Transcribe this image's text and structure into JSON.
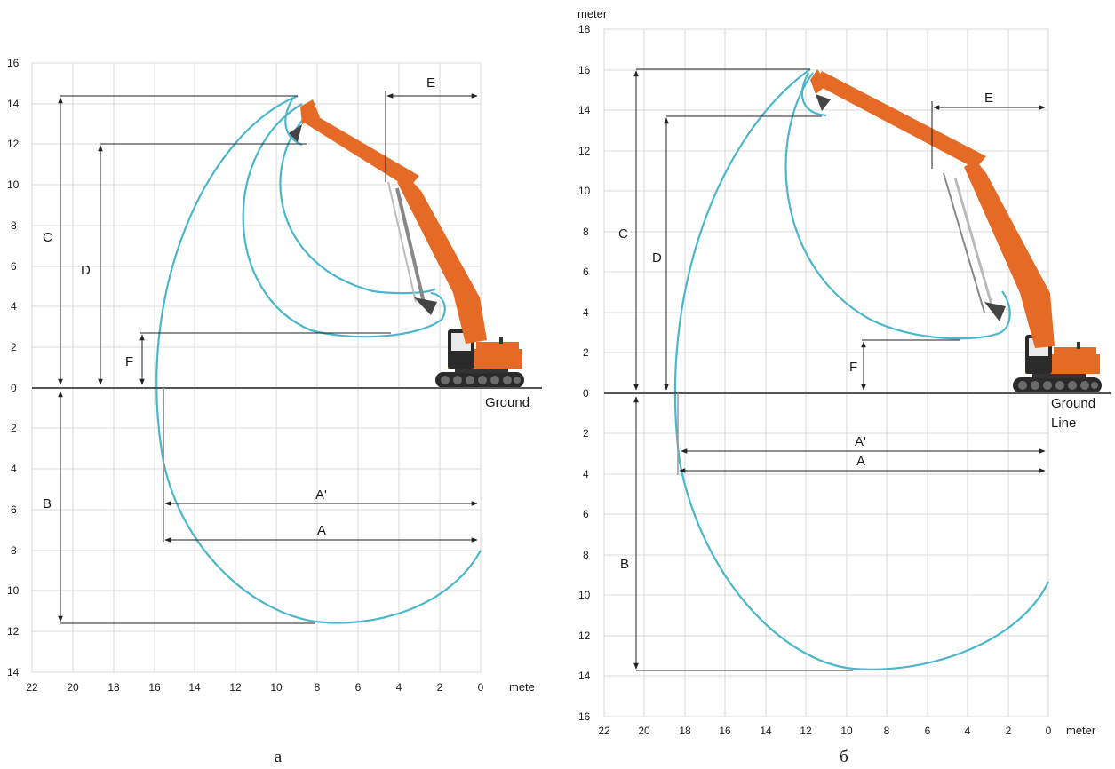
{
  "diagrams": [
    {
      "id": "a",
      "caption": "a",
      "unit_label": "mete",
      "top_unit_label": "",
      "ground_label": [
        "Ground"
      ],
      "x_ticks": [
        "22",
        "20",
        "18",
        "16",
        "14",
        "12",
        "10",
        "8",
        "6",
        "4",
        "2",
        "0"
      ],
      "y_ticks_up": [
        "16",
        "14",
        "12",
        "10",
        "8",
        "6",
        "4",
        "2",
        "0"
      ],
      "y_ticks_down": [
        "2",
        "4",
        "6",
        "8",
        "10",
        "12",
        "14"
      ],
      "dimensions": {
        "A": "A",
        "A_prime": "A'",
        "B": "B",
        "C": "C",
        "D": "D",
        "E": "E",
        "F": "F"
      }
    },
    {
      "id": "b",
      "caption": "б",
      "unit_label": "meter",
      "top_unit_label": "meter",
      "ground_label": [
        "Ground",
        "Line"
      ],
      "x_ticks": [
        "22",
        "20",
        "18",
        "16",
        "14",
        "12",
        "10",
        "8",
        "6",
        "4",
        "2",
        "0"
      ],
      "y_ticks_up": [
        "18",
        "16",
        "14",
        "12",
        "10",
        "8",
        "6",
        "4",
        "2",
        "0"
      ],
      "y_ticks_down": [
        "2",
        "4",
        "6",
        "8",
        "10",
        "12",
        "14",
        "16"
      ],
      "dimensions": {
        "A": "A",
        "A_prime": "A'",
        "B": "B",
        "C": "C",
        "D": "D",
        "E": "E",
        "F": "F"
      }
    }
  ],
  "colors": {
    "reach_curve": "#4bb6cc",
    "machine_orange": "#e56a25",
    "machine_dark": "#2a2a2a",
    "grid": "#d9d9d9"
  }
}
